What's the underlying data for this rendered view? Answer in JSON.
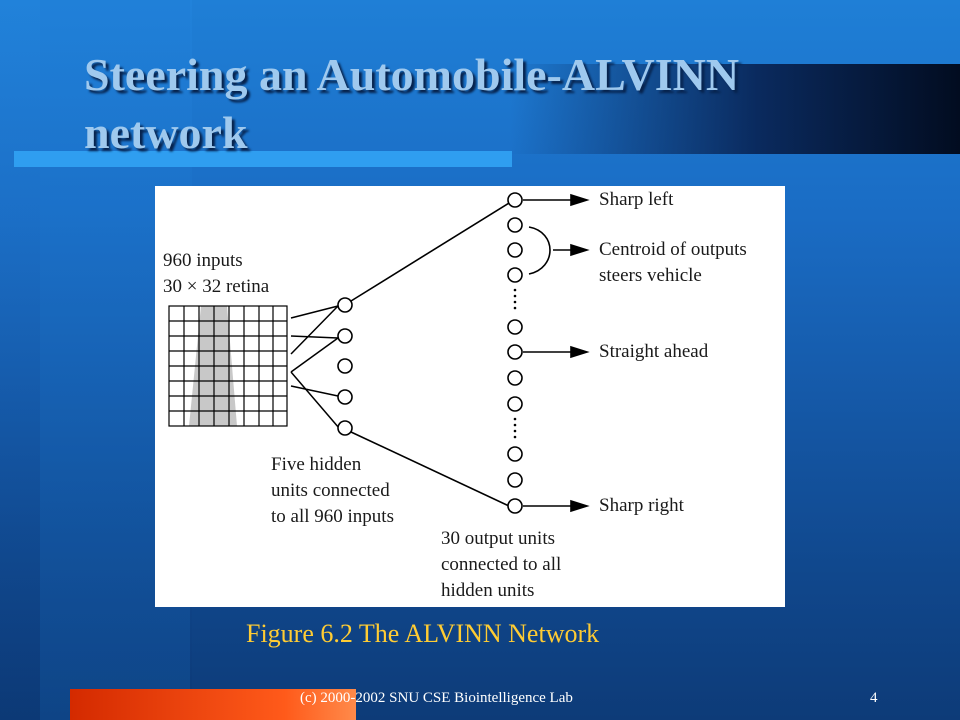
{
  "slide": {
    "title": "Steering an Automobile-ALVINN network",
    "caption": "Figure 6.2 The ALVINN Network",
    "footer": "(c) 2000-2002 SNU CSE Biointelligence Lab",
    "page_number": "4"
  },
  "figure": {
    "inputs_line1": "960 inputs",
    "inputs_line2": "30 × 32 retina",
    "hidden_line1": "Five hidden",
    "hidden_line2": "units connected",
    "hidden_line3": "to all 960 inputs",
    "output_line1": "30 output units",
    "output_line2": "connected to all",
    "output_line3": "hidden units",
    "sharp_left": "Sharp left",
    "centroid_line1": "Centroid of outputs",
    "centroid_line2": "steers vehicle",
    "straight_ahead": "Straight ahead",
    "sharp_right": "Sharp right"
  },
  "colors": {
    "title": "#9fc9ee",
    "caption": "#ffcc33",
    "accent_bar": "#2f9ef0",
    "footer_bar": "#ff5a1a"
  }
}
